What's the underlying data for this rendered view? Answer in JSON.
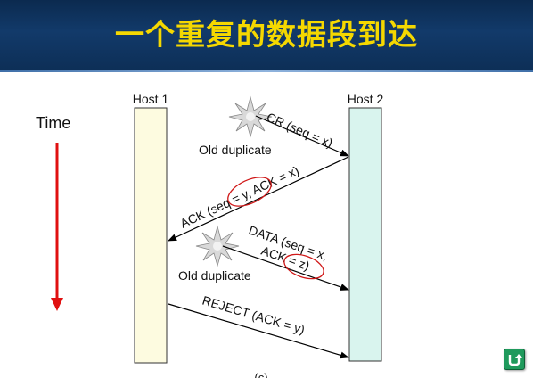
{
  "slide": {
    "title": "一个重复的数据段到达",
    "caption": "(c)"
  },
  "diagram": {
    "host1_label": "Host 1",
    "host2_label": "Host 2",
    "time_label": "Time",
    "messages": {
      "cr": "CR (seq = x)",
      "ack": "ACK (seq = y, ACK = x)",
      "data_line1": "DATA (seq = x,",
      "data_line2": "ACK = z)",
      "reject": "REJECT (ACK = y)"
    },
    "old_duplicate_1": "Old duplicate",
    "old_duplicate_2": "Old duplicate"
  },
  "colors": {
    "title_text": "#f5d800",
    "host1_fill": "#fdfbe0",
    "host2_fill": "#d9f4ee",
    "time_arrow": "#e01010",
    "highlight_ellipse": "#d01818"
  },
  "icons": {
    "nav": "return-arrow-icon",
    "burst": "starburst-icon"
  }
}
